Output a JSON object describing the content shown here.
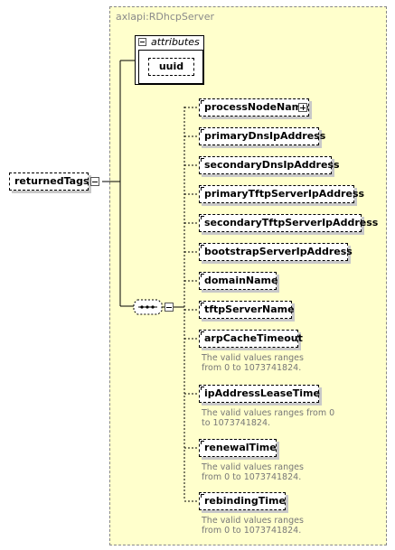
{
  "type_title": "axlapi:RDhcpServer",
  "root_element": "returnedTags",
  "attributes_label": "attributes",
  "attribute_name": "uuid",
  "elements": [
    {
      "name": "processNodeName",
      "expandable": true,
      "desc": ""
    },
    {
      "name": "primaryDnsIpAddress",
      "desc": ""
    },
    {
      "name": "secondaryDnsIpAddress",
      "desc": ""
    },
    {
      "name": "primaryTftpServerIpAddress",
      "desc": ""
    },
    {
      "name": "secondaryTftpServerIpAddress",
      "desc": ""
    },
    {
      "name": "bootstrapServerIpAddress",
      "desc": ""
    },
    {
      "name": "domainName",
      "desc": ""
    },
    {
      "name": "tftpServerName",
      "desc": ""
    },
    {
      "name": "arpCacheTimeout",
      "desc_lines": [
        "The valid values ranges",
        "from 0 to 1073741824."
      ]
    },
    {
      "name": "ipAddressLeaseTime",
      "desc_lines": [
        "The valid values ranges from 0",
        "to 1073741824."
      ]
    },
    {
      "name": "renewalTime",
      "desc_lines": [
        "The valid values ranges",
        "from 0 to 1073741824."
      ]
    },
    {
      "name": "rebindingTime",
      "desc_lines": [
        "The valid values ranges",
        "from 0 to 1073741824."
      ]
    }
  ]
}
